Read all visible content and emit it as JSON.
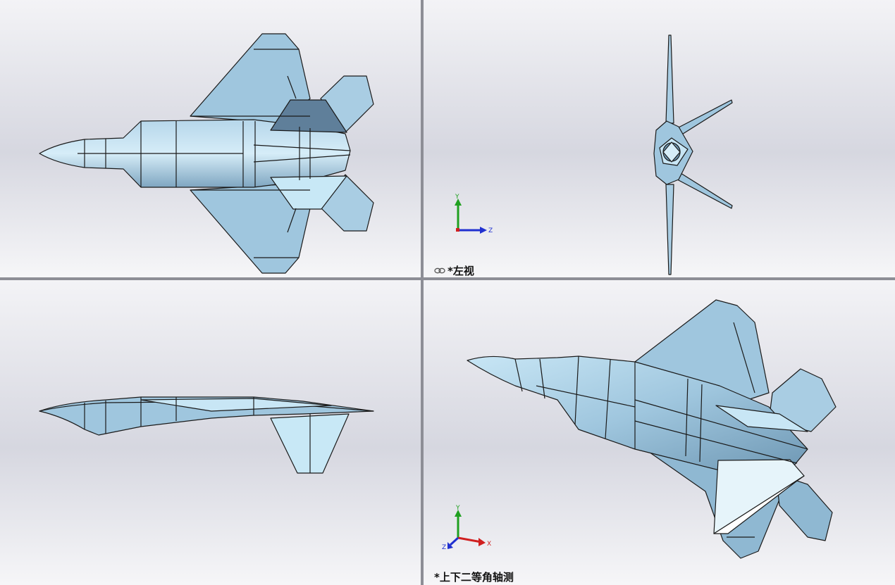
{
  "viewports": {
    "top_left": {
      "label": ""
    },
    "top_right": {
      "label": "*左视",
      "link_icon": "link-icon"
    },
    "bottom_left": {
      "label": ""
    },
    "bottom_right": {
      "label": "*上下二等角轴测"
    }
  },
  "axes": {
    "top_right": {
      "up": "Y",
      "right": "Z"
    },
    "bottom_right": {
      "up": "Y",
      "right": "X",
      "out": "Z"
    }
  },
  "colors": {
    "model_fill": "#9fc6de",
    "model_light": "#c8e6f5",
    "model_dark": "#6f98b4",
    "edge": "#1a1a1a",
    "axis_x": "#d02020",
    "axis_y": "#20a020",
    "axis_z": "#2030d0"
  }
}
